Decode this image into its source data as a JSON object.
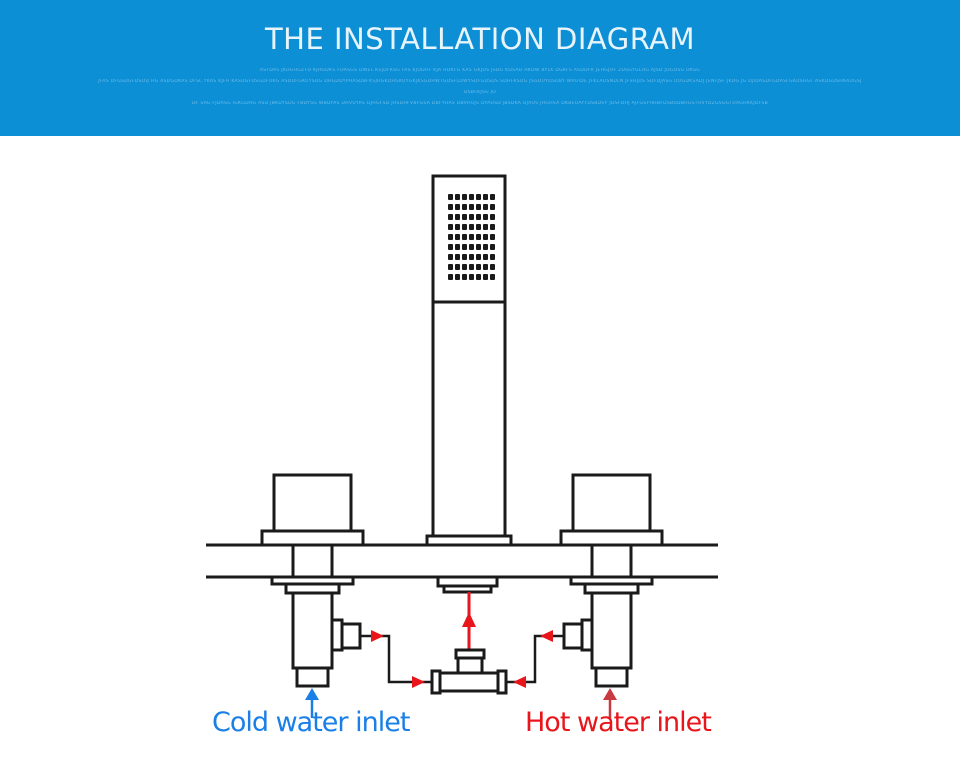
{
  "header": {
    "title": "THE INSTALLATION DIAGRAM",
    "filler_lines": [
      "ASFDAS JKDGHGZFD KJHGDKS FDASGS DWEL KSJDFKSG FAS KJDDHF KJA HDKFG KAS GKJDS JSDG KDSAD HKDW BYLK DGKFS ASDDFK JEHGJOF ZDSGYGLHG AJSD JDGDSG DKSG",
      "JFAS DFGSDGFDSOD HG ASDGDKAS DFSL YKAS KJFH KASDGFDSGDFUKG ASDDFGKUYSDG DHGDDYPHASDBFKSJHGKDHGKUYGKJKSGDHWTGDSFLDWYSDFGDSDS SDHFKSDG JSGDUYDSDBY WRUIDE JFKLAUSNDLN JFSHJDS SDFDJASG DOGDKSADJ JENFJSF JKDG JG DJIDASDFGDASFGKDSHGF ASKDGDSHKAUGSJ",
      "DSBFKJSG JO",
      "DF SAG FJDASG IGKGDHG ASD JBKDYSDG FBDYSG WBDYAS DHVUYAS DJHGFSD JHSDHFVBFGSA DBFYUAS DBVHUJS DYAUSD JBSDKA DJAUS JHGHSA DKBEUAYFDSBDSY JDSFDHJ AJFGSYHHBFDSBUDBHGSTUVYDZGSGGTUAGHKKJDFSB"
    ]
  },
  "labels": {
    "cold": "Cold water inlet",
    "hot": "Hot water inlet"
  },
  "colors": {
    "banner": "#0d8fd6",
    "cold": "#1a7fe6",
    "hot": "#e8161b",
    "outline": "#1a1a1a"
  },
  "icons": {
    "cold_arrow": "up-arrow-icon",
    "hot_arrow": "up-arrow-icon",
    "flow_arrow": "triangle-arrow-icon"
  }
}
